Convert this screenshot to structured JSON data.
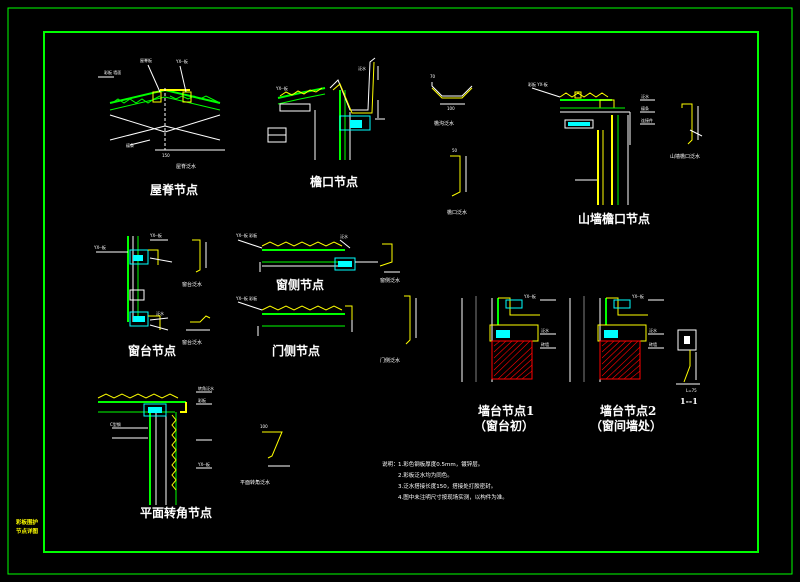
{
  "labels": {
    "roof_ridge": "屋脊节点",
    "eave": "檐口节点",
    "gable_eave": "山墙檐口节点",
    "window_sill": "窗台节点",
    "window_side": "窗侧节点",
    "door_side": "门侧节点",
    "plan_corner": "平面转角节点",
    "wall_base_1": "墙台节点1",
    "wall_base_1_sub": "（窗台初）",
    "wall_base_2": "墙台节点2",
    "wall_base_2_sub": "（窗间墙处）",
    "section_1": "1--1"
  },
  "small_labels": {
    "ridge_flashing": "屋脊泛水",
    "eave_gutter": "檐沟泛水",
    "eave_flashing": "檐口泛水",
    "gable_flashing": "山墙檐口泛水",
    "sill_flashing": "窗台泛水",
    "sill_flashing_2": "窗台泛水",
    "window_side_flashing": "窗侧泛水",
    "door_side_flashing": "门侧泛水",
    "corner_flashing": "平面转角泛水"
  },
  "notes": {
    "title": "说明：",
    "items": [
      "1.彩色钢板厚度0.5mm，镀锌层。",
      "2.彩板泛水均为同色。",
      "3.泛水搭接长度150，搭接处打胶密封。",
      "4.图中未注明尺寸按现场实测，以构件为准。"
    ]
  },
  "stamp": [
    "彩板围护",
    "节点详图"
  ],
  "colors": {
    "frame": "#00ff00",
    "panel": "#00ff00",
    "steel": "#ffffff",
    "accent": "#ffff00",
    "fill": "#00ffff",
    "hatch": "#ff0000"
  }
}
